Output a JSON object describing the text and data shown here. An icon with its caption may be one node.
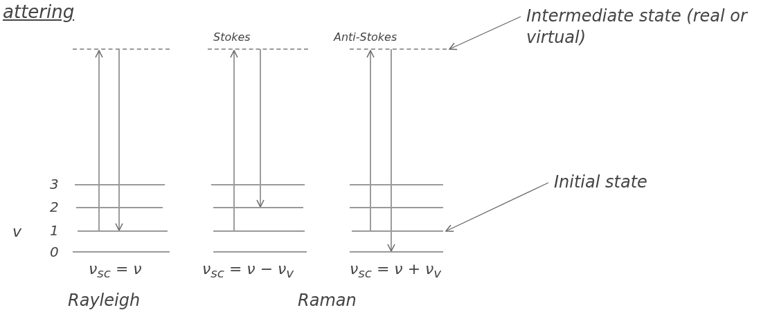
{
  "diagram": {
    "title": "attering",
    "nodes": [
      {
        "text": [
          "Intermediate state (real or virtual)"
        ]
      },
      {
        "text": [
          "Initial state"
        ]
      },
      {
        "text": [],
        "shape": "bar"
      },
      {
        "text": [],
        "shape": "bar"
      },
      {
        "text": [],
        "shape": "bar"
      },
      {
        "text": [],
        "shape": "bar"
      },
      {
        "text": [],
        "shape": "bar"
      },
      {
        "text": [],
        "shape": "bar"
      },
      {
        "text": [],
        "shape": "bar"
      },
      {
        "text": [],
        "shape": "bar"
      },
      {
        "text": [],
        "shape": "bar"
      },
      {
        "text": [],
        "shape": "bar"
      },
      {
        "text": [],
        "shape": "bar"
      },
      {
        "text": [],
        "shape": "bar"
      },
      {
        "text": [],
        "shape": "bar"
      },
      {
        "text": [],
        "shape": "bar"
      },
      {
        "text": [],
        "shape": "bar"
      }
    ],
    "edges": [
      {
        "from": 5,
        "to": 2,
        "arrow": "to"
      },
      {
        "from": 2,
        "to": 5,
        "arrow": "to"
      },
      {
        "from": 10,
        "to": 7,
        "arrow": "to"
      },
      {
        "from": 7,
        "to": 9,
        "arrow": "to"
      },
      {
        "from": 15,
        "to": 12,
        "arrow": "to"
      },
      {
        "from": 12,
        "to": 16,
        "arrow": "to"
      },
      {
        "from": 0,
        "to": 12,
        "arrow": "to"
      },
      {
        "from": 1,
        "to": 15,
        "arrow": "to"
      }
    ],
    "labels": [
      "Stokes",
      "Anti-Stokes",
      "3",
      "2",
      "v",
      "1",
      "0",
      "ν$_{sc}$ = ν",
      "ν$_{sc}$ = ν − ν$_{v}$",
      "ν$_{sc}$ = ν + ν$_{v}$",
      "Rayleigh",
      "Raman"
    ]
  }
}
